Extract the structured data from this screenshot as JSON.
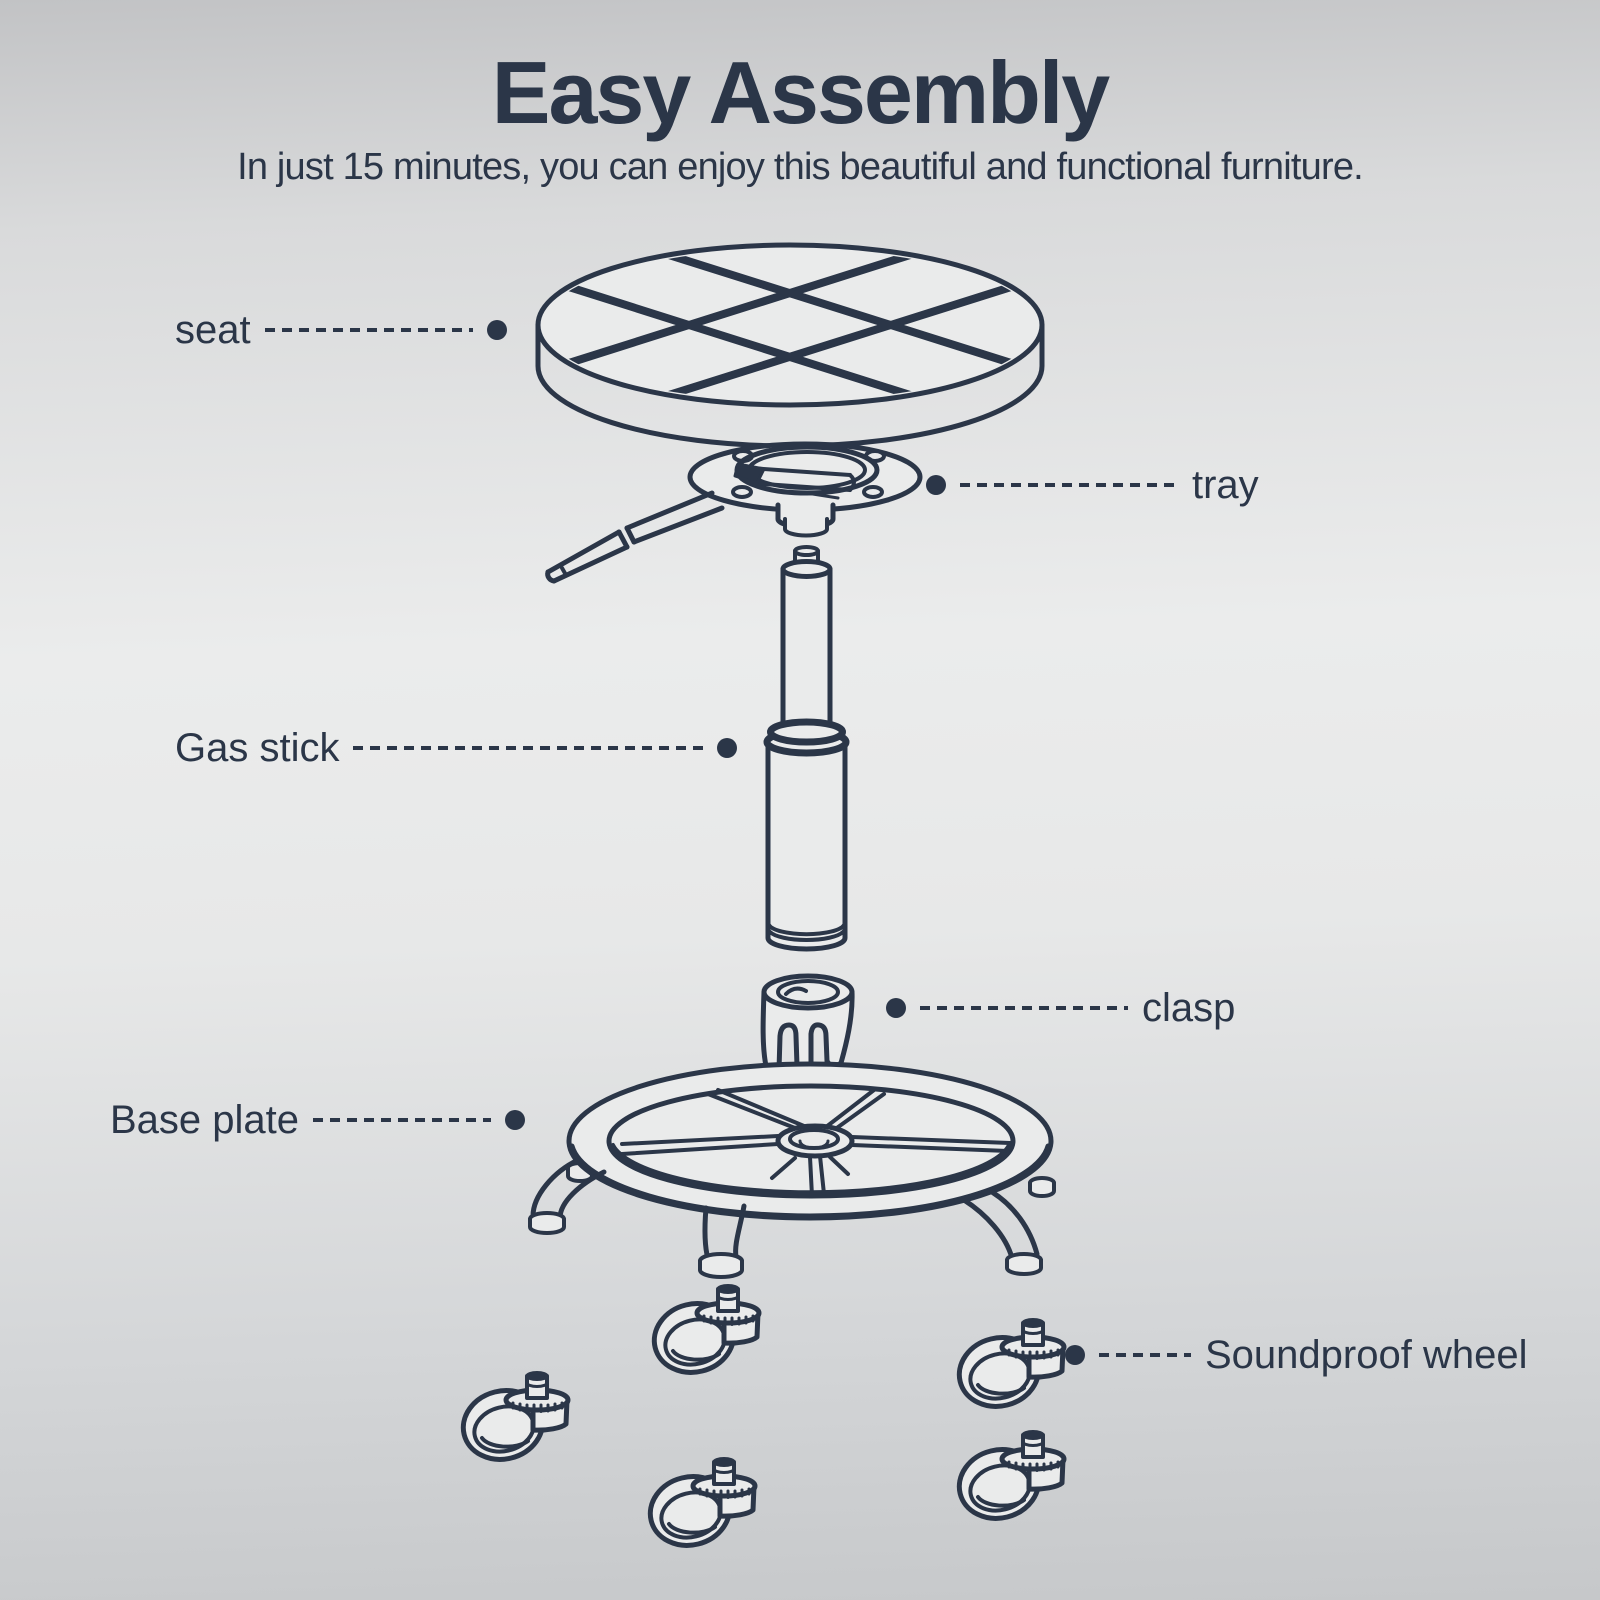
{
  "header": {
    "title": "Easy Assembly",
    "subtitle": "In just 15 minutes, you can enjoy this beautiful and functional furniture."
  },
  "diagram": {
    "wheel_count": 5,
    "labels": {
      "seat": "seat",
      "tray": "tray",
      "gas_stick": "Gas stick",
      "clasp": "clasp",
      "base_plate": "Base plate",
      "soundproof_wheel": "Soundproof wheel"
    },
    "colors": {
      "ink": "#2b3648",
      "background_top": "#c2c3c5",
      "background_middle": "#ebecec",
      "background_bottom": "#c6c8ca"
    }
  }
}
